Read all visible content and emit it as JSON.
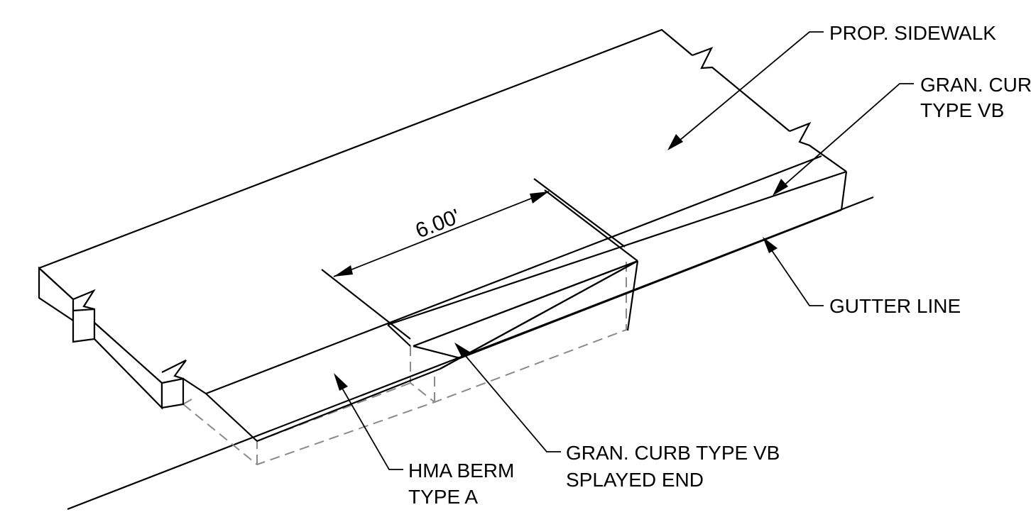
{
  "labels": {
    "prop_sidewalk": "PROP. SIDEWALK",
    "gran_curb_1": "GRAN. CURB",
    "gran_curb_2": "TYPE VB",
    "gutter_line": "GUTTER LINE",
    "gran_curb_splayed_1": "GRAN. CURB TYPE VB",
    "gran_curb_splayed_2": "SPLAYED END",
    "hma_berm_1": "HMA BERM",
    "hma_berm_2": "TYPE A"
  },
  "dimension": {
    "length": "6.00'"
  },
  "colors": {
    "line": "#000000",
    "hidden_line": "#8a8a8a",
    "background": "#ffffff"
  }
}
